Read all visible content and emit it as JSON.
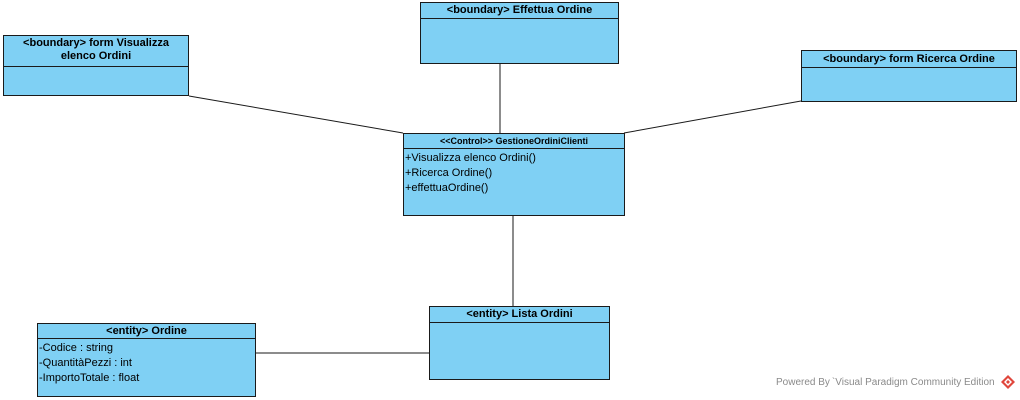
{
  "classes": {
    "visualizza": {
      "title": "<boundary> form Visualizza elenco Ordini",
      "items": []
    },
    "effettua": {
      "title": "<boundary> Effettua Ordine",
      "items": []
    },
    "ricerca": {
      "title": "<boundary> form Ricerca Ordine",
      "items": []
    },
    "control": {
      "title": "<<Control>> GestioneOrdiniClienti",
      "items": [
        "+Visualizza elenco Ordini()",
        "+Ricerca Ordine()",
        "+effettuaOrdine()"
      ]
    },
    "lista": {
      "title": "<entity> Lista Ordini",
      "items": []
    },
    "ordine": {
      "title": "<entity> Ordine",
      "items": [
        "-Codice : string",
        "-QuantitàPezzi : int",
        "-ImportoTotale : float"
      ]
    }
  },
  "watermark": {
    "text": "Powered By `Visual Paradigm Community Edition"
  },
  "colors": {
    "class_fill": "#7fd0f4",
    "border": "#1a1a1a",
    "watermark_icon": "#e0463c"
  }
}
